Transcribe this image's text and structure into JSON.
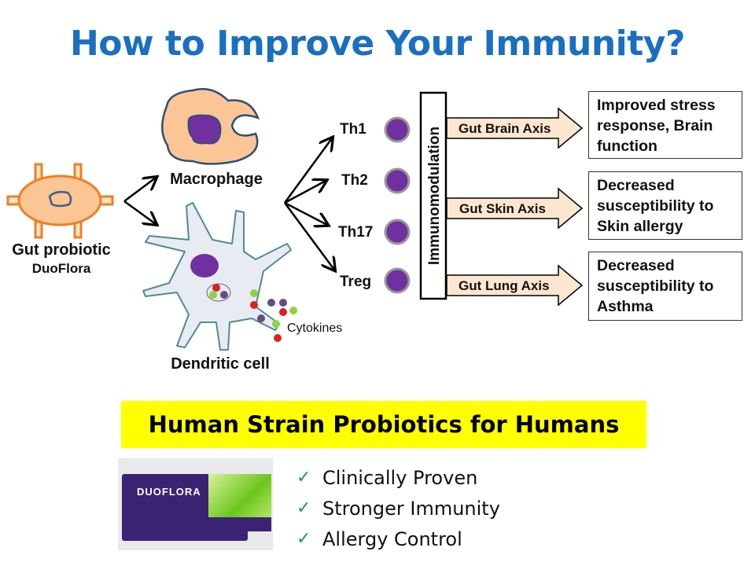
{
  "title": "How to Improve Your Immunity?",
  "diagram": {
    "probiotic_label": "Gut probiotic",
    "probiotic_name": "DuoFlora",
    "macrophage_label": "Macrophage",
    "dendritic_label": "Dendritic cell",
    "cytokines_label": "Cytokines",
    "t_cells": [
      "Th1",
      "Th2",
      "Th17",
      "Treg"
    ],
    "immunomodulation_label": "Immunomodulation",
    "axes": [
      "Gut Brain Axis",
      "Gut Skin Axis",
      "Gut Lung Axis"
    ],
    "outcomes": [
      "Improved stress response, Brain function",
      "Decreased susceptibility to Skin allergy",
      "Decreased susceptibility to Asthma"
    ]
  },
  "banner": "Human Strain Probiotics for Humans",
  "product": {
    "brand": "DUOFLORA"
  },
  "benefits": [
    "Clinically Proven",
    "Stronger Immunity",
    "Allergy Control"
  ],
  "colors": {
    "title": "#1a6fc1",
    "banner": "#ffff00",
    "check": "#1f9e3c",
    "cell_purple": "#7030a0"
  }
}
